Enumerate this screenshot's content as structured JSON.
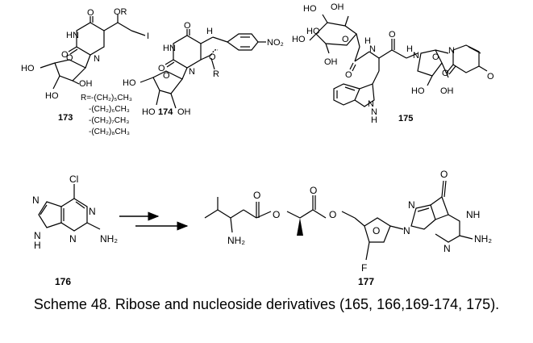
{
  "scheme": {
    "compounds": {
      "c173": {
        "number": "173",
        "labels": [
          "O",
          "OR",
          "HN",
          "I",
          "O",
          "N",
          "HO",
          "O",
          "OH",
          "HO"
        ],
        "r_definition": [
          "R=-(CH₂)₅CH₃",
          "-(CH₂)₆CH₃",
          "-(CH₂)₇CH₃",
          "-(CH₂)₈CH₃"
        ]
      },
      "c174": {
        "number": "174",
        "labels": [
          "O",
          "H",
          "HN",
          "NO₂",
          "O",
          "O",
          "N",
          "R",
          "HO",
          "O",
          "HO",
          "OH"
        ]
      },
      "c175": {
        "number": "175",
        "labels": [
          "HO",
          "OH",
          "HO",
          "O",
          "HO",
          "OH",
          "O",
          "H",
          "N",
          "O",
          "N",
          "H",
          "N",
          "O",
          "N",
          "O",
          "O",
          "N",
          "H",
          "HO",
          "OH"
        ]
      },
      "c176": {
        "number": "176",
        "labels": [
          "Cl",
          "N",
          "N",
          "N",
          "H",
          "N",
          "NH₂"
        ]
      },
      "c177": {
        "number": "177",
        "labels": [
          "O",
          "O",
          "O",
          "O",
          "NH₂",
          "O",
          "N",
          "NH",
          "O",
          "N",
          "N",
          "NH₂",
          "F"
        ]
      }
    },
    "caption": "Scheme 48. Ribose and nucleoside derivatives (165, 166,169-174, 175)."
  }
}
